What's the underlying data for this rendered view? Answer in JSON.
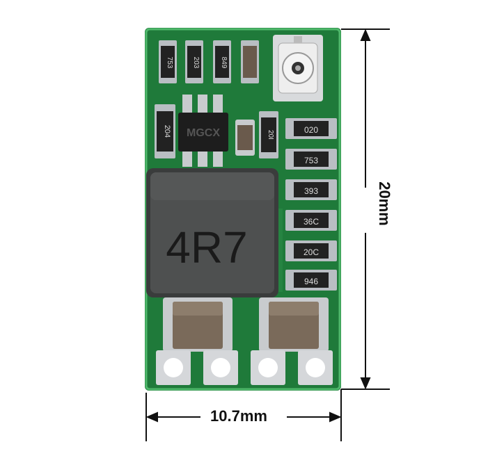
{
  "image": {
    "subject": "mini DC-DC buck converter module",
    "inductor_marking": "4R7",
    "ic_marking": "MGCX",
    "resistor_markings": [
      "753",
      "203",
      "849",
      "204",
      "20I",
      "020",
      "753",
      "393",
      "36C",
      "20C",
      "946"
    ],
    "dimensions": {
      "width_label": "10.7mm",
      "height_label": "20mm"
    },
    "colors": {
      "pcb": "#1f7a3a",
      "pcb_edge": "#2f9a4e",
      "solder": "#c9ccd0",
      "inductor": "#4e5050",
      "capacitor": "#7a6a5a"
    }
  }
}
